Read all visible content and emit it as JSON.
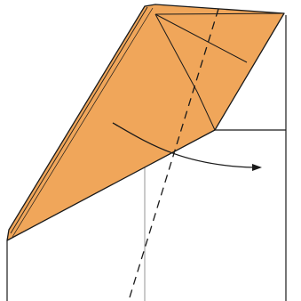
{
  "diagram": {
    "kind": "origami-fold-step",
    "instruction_symbols": [
      "valley-fold-line",
      "fold-direction-arrow"
    ],
    "colors": {
      "paper_back": "#ffffff",
      "paper_front": "#f0a65a",
      "outline": "#1a1a1a",
      "thin_line": "#8a8a8a",
      "dashed_line": "#1a1a1a"
    }
  }
}
